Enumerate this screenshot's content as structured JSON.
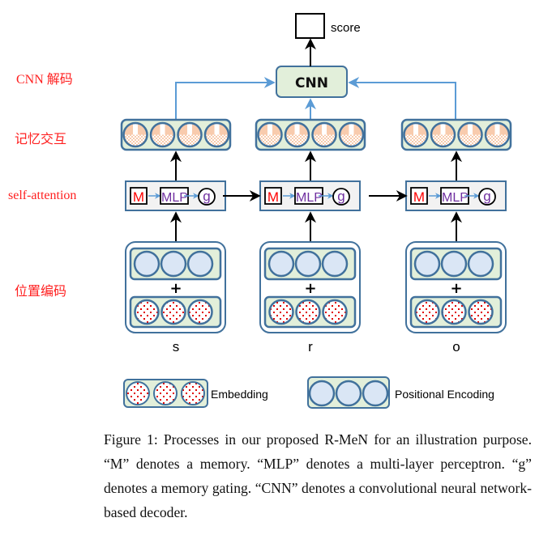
{
  "side_labels": {
    "cnn_decode": "CNN 解码",
    "memory_interaction": "记忆交互",
    "self_attention": "self-attention",
    "positional_encoding": "位置编码"
  },
  "output": {
    "score_label": "score",
    "cnn_label": "CNN"
  },
  "self_attention_block": {
    "memory_label": "M",
    "mlp_label": "MLP",
    "gate_label": "g"
  },
  "columns": [
    {
      "input_label": "s"
    },
    {
      "input_label": "r"
    },
    {
      "input_label": "o"
    }
  ],
  "legend": {
    "embedding_label": "Embedding",
    "positional_label": "Positional Encoding"
  },
  "caption": {
    "text": "Figure 1: Processes in our proposed R-MeN for an illustration purpose. “M” denotes a memory. “MLP” denotes a multi-layer perceptron. “g” denotes a memory gating. “CNN” denotes a convolutional neural network-based decoder."
  },
  "colors": {
    "side_label": "#ff2020",
    "box_border": "#41719c",
    "box_fill_green": "#e2efda",
    "circle_blue": "#dae6f5",
    "peach": "#f8cbad",
    "arrow_blue": "#5b9bd5",
    "arrow_black": "#000000",
    "memory_red": "#ff0000",
    "mlp_purple": "#7030a0",
    "attention_fill": "#f2f2f2"
  }
}
